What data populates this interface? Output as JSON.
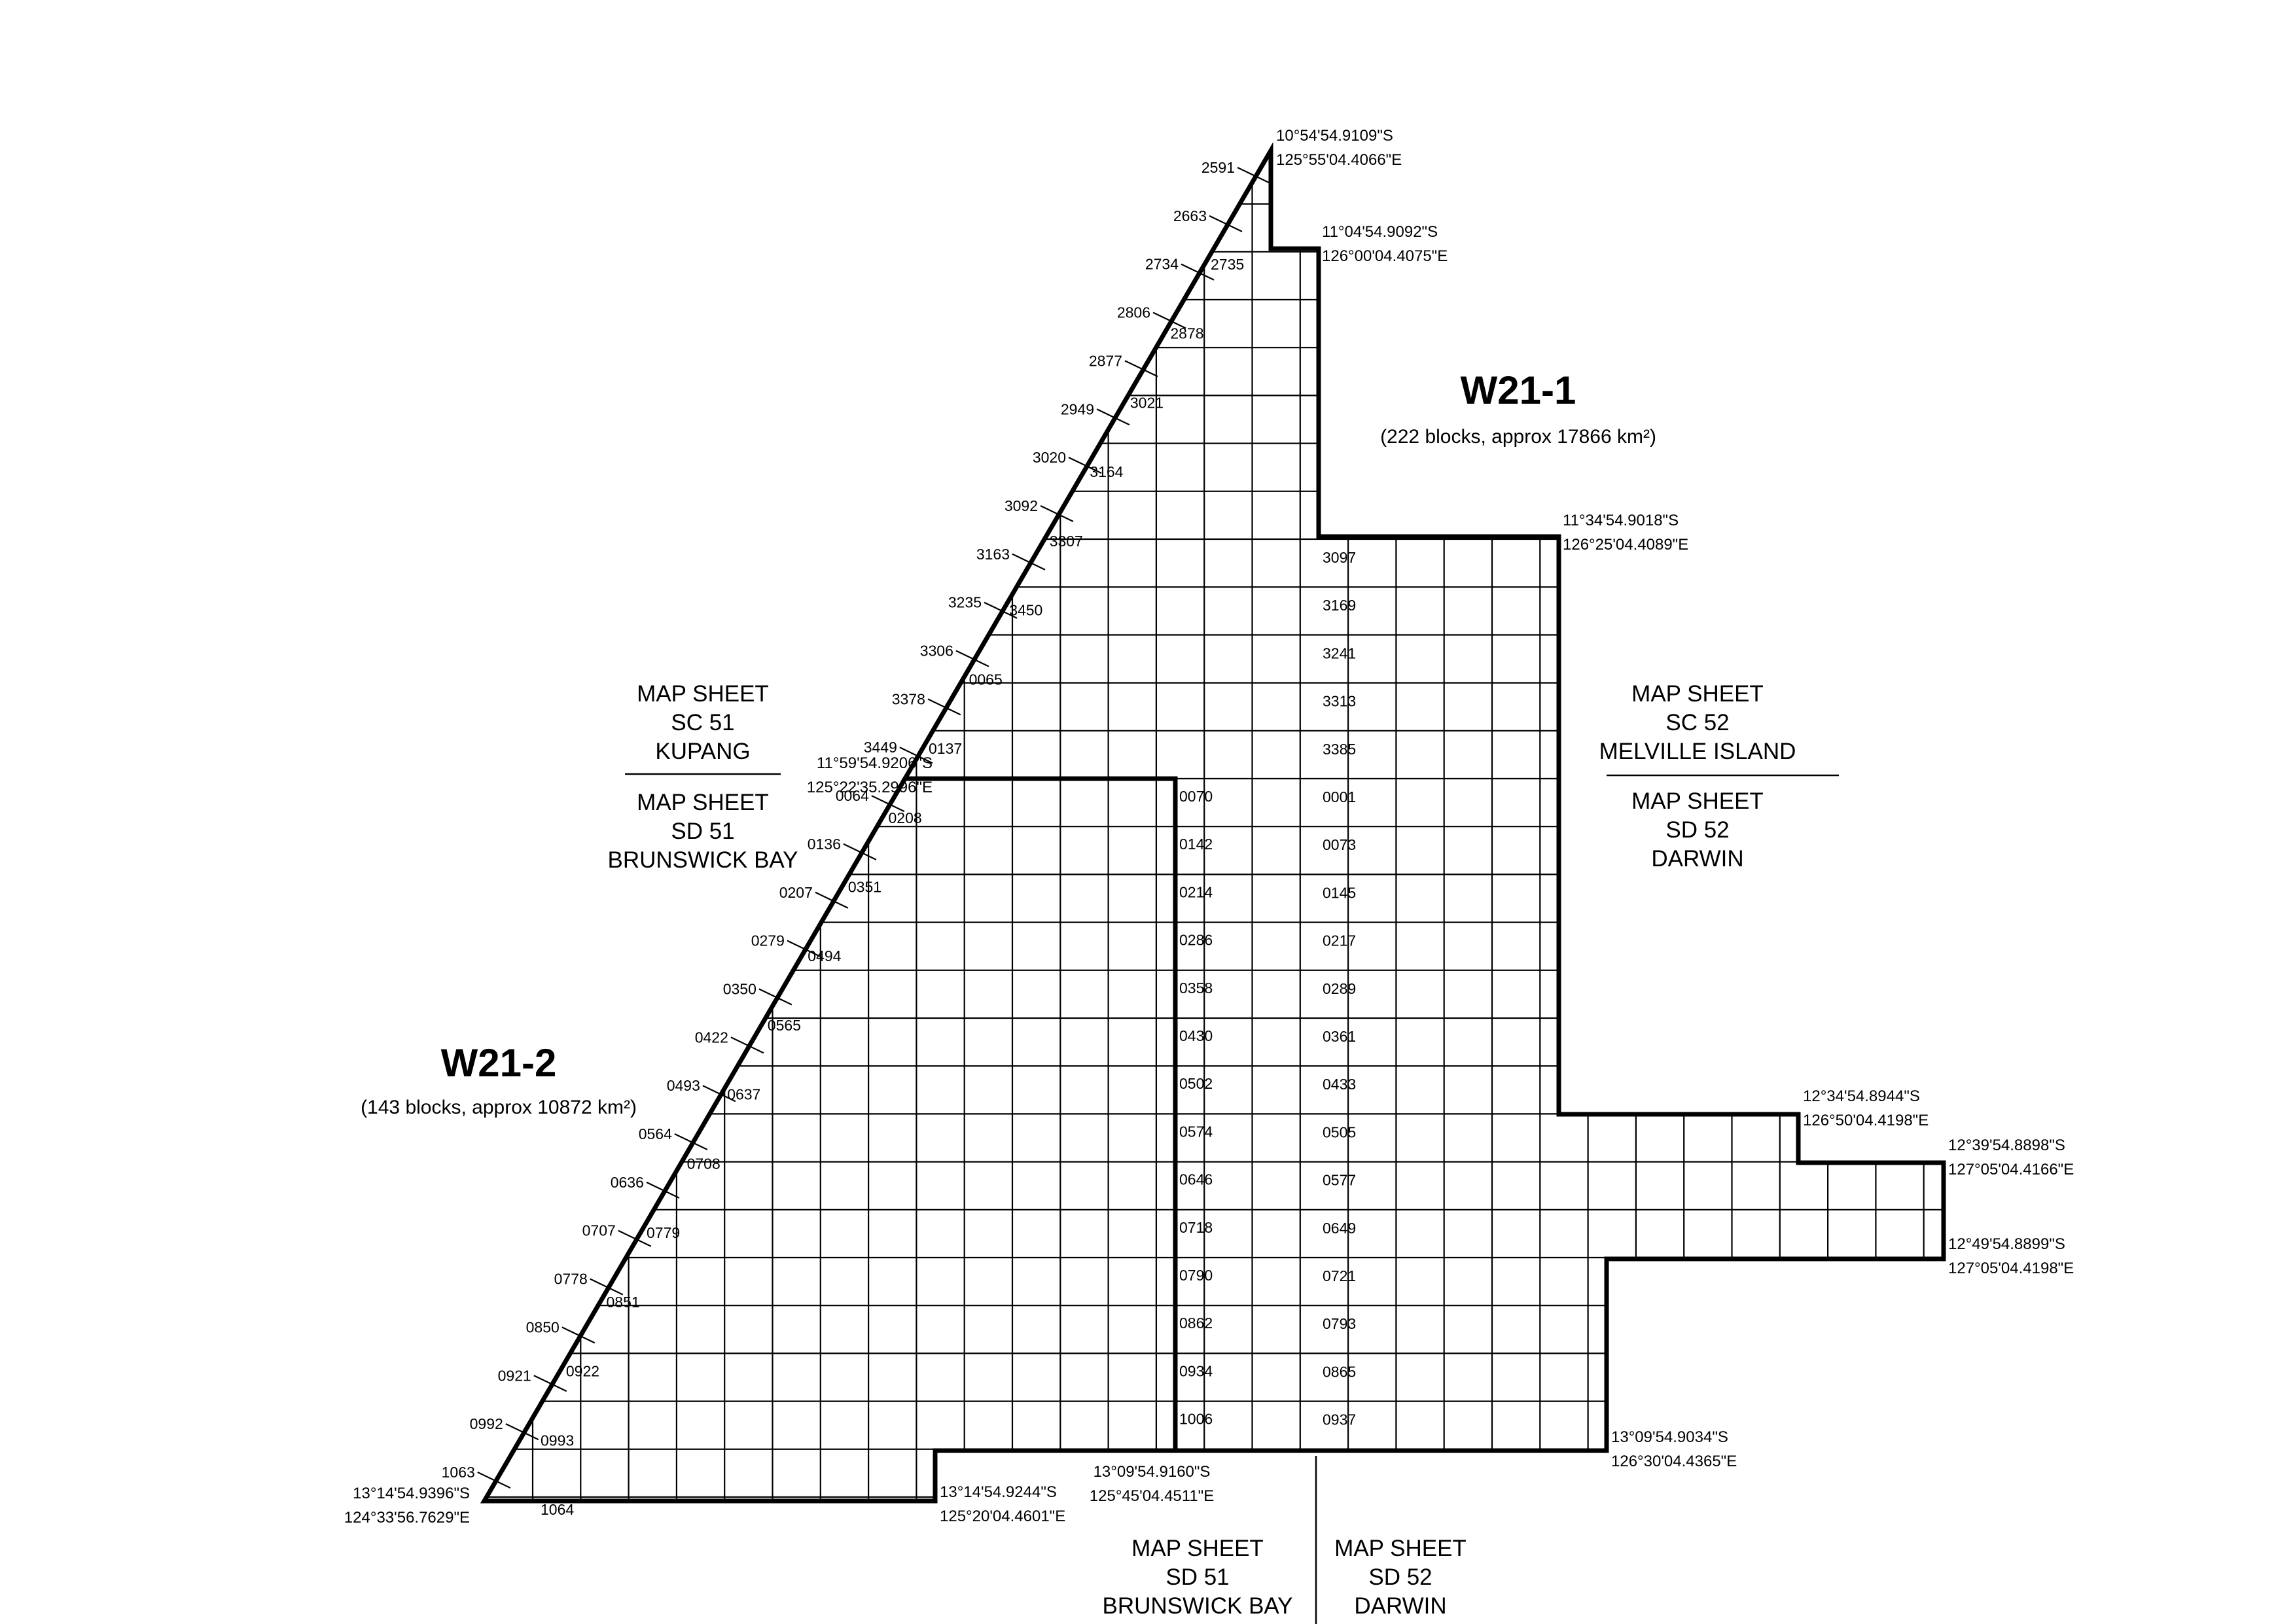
{
  "permit_areas": [
    {
      "name": "W21-1",
      "info": "(222 blocks, approx 17866 km²)"
    },
    {
      "name": "W21-2",
      "info": "(143 blocks, approx 10872 km²)"
    }
  ],
  "map_sheets": {
    "sc51": [
      "MAP SHEET",
      "SC 51",
      "KUPANG"
    ],
    "sd51_left": [
      "MAP SHEET",
      "SD 51",
      "BRUNSWICK BAY"
    ],
    "sc52": [
      "MAP SHEET",
      "SC 52",
      "MELVILLE ISLAND"
    ],
    "sd52_right": [
      "MAP SHEET",
      "SD 52",
      "DARWIN"
    ],
    "sd51_bottom": [
      "MAP SHEET",
      "SD 51",
      "BRUNSWICK BAY"
    ],
    "sd52_bottom": [
      "MAP SHEET",
      "SD 52",
      "DARWIN"
    ]
  },
  "coordinates": [
    {
      "lat": "10°54'54.9109\"S",
      "lon": "125°55'04.4066\"E"
    },
    {
      "lat": "11°04'54.9092\"S",
      "lon": "126°00'04.4075\"E"
    },
    {
      "lat": "11°34'54.9018\"S",
      "lon": "126°25'04.4089\"E"
    },
    {
      "lat": "11°59'54.9206\"S",
      "lon": "125°22'35.2996\"E"
    },
    {
      "lat": "12°34'54.8944\"S",
      "lon": "126°50'04.4198\"E"
    },
    {
      "lat": "12°39'54.8898\"S",
      "lon": "127°05'04.4166\"E"
    },
    {
      "lat": "12°49'54.8899\"S",
      "lon": "127°05'04.4198\"E"
    },
    {
      "lat": "13°09'54.9034\"S",
      "lon": "126°30'04.4365\"E"
    },
    {
      "lat": "13°09'54.9160\"S",
      "lon": "125°45'04.4511\"E"
    },
    {
      "lat": "13°14'54.9244\"S",
      "lon": "125°20'04.4601\"E"
    },
    {
      "lat": "13°14'54.9396\"S",
      "lon": "124°33'56.7629\"E"
    }
  ],
  "edge_block_labels": [
    "2591",
    "2663",
    "2734",
    "2806",
    "2877",
    "2949",
    "3020",
    "3092",
    "3163",
    "3235",
    "3306",
    "3378",
    "3449",
    "0064",
    "0136",
    "0207",
    "0279",
    "0350",
    "0422",
    "0493",
    "0564",
    "0636",
    "0707",
    "0778",
    "0850",
    "0921",
    "0992",
    "1063"
  ],
  "inner_block_labels": [
    "2735",
    "2878",
    "3021",
    "3164",
    "3307",
    "3450",
    "0065",
    "0137",
    "0208",
    "0351",
    "0494",
    "0565",
    "0637",
    "0708",
    "0779",
    "0851",
    "0922",
    "0993",
    "1064"
  ],
  "column_block_labels_a": [
    "0070",
    "0142",
    "0214",
    "0286",
    "0358",
    "0430",
    "0502",
    "0574",
    "0646",
    "0718",
    "0790",
    "0862",
    "0934",
    "1006"
  ],
  "column_block_labels_b": [
    "3097",
    "3169",
    "3241",
    "3313",
    "3385",
    "0001",
    "0073",
    "0145",
    "0217",
    "0289",
    "0361",
    "0433",
    "0505",
    "0577",
    "0649",
    "0721",
    "0793",
    "0865",
    "0937"
  ]
}
